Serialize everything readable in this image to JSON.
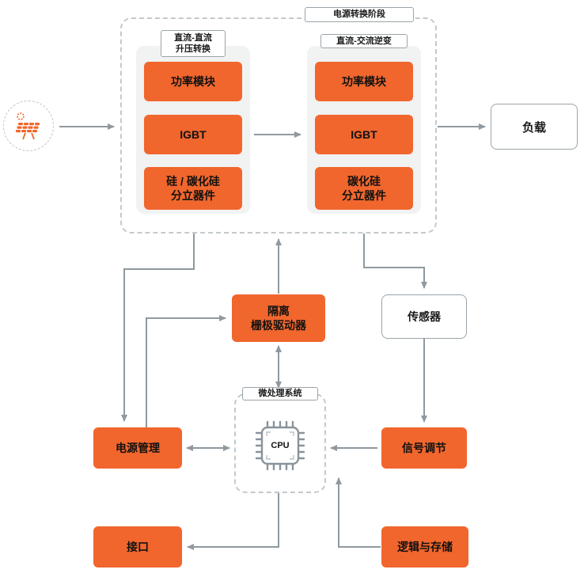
{
  "colors": {
    "accent_orange": "#F1662D",
    "line_gray": "#8F999F",
    "box_border_gray": "#9AA4AA"
  },
  "source": {
    "icon": "solar-panel-icon"
  },
  "power_stage": {
    "title": "电源转换阶段",
    "dcdc": {
      "label1": "直流-直流",
      "label2": "升压转换",
      "block1": "功率模块",
      "block2": "IGBT",
      "block3a": "硅 / 碳化硅",
      "block3b": "分立器件"
    },
    "dcac": {
      "label": "直流-交流逆变",
      "block1": "功率模块",
      "block2": "IGBT",
      "block3a": "碳化硅",
      "block3b": "分立器件"
    }
  },
  "load": {
    "label": "负载"
  },
  "gate_driver": {
    "label1": "隔离",
    "label2": "栅极驱动器"
  },
  "sensor": {
    "label": "传感器"
  },
  "mcu": {
    "title": "微处理系统",
    "cpu": "CPU"
  },
  "power_mgmt": {
    "label": "电源管理"
  },
  "signal_cond": {
    "label": "信号调节"
  },
  "interface": {
    "label": "接口"
  },
  "logic_storage": {
    "label": "逻辑与存储"
  }
}
